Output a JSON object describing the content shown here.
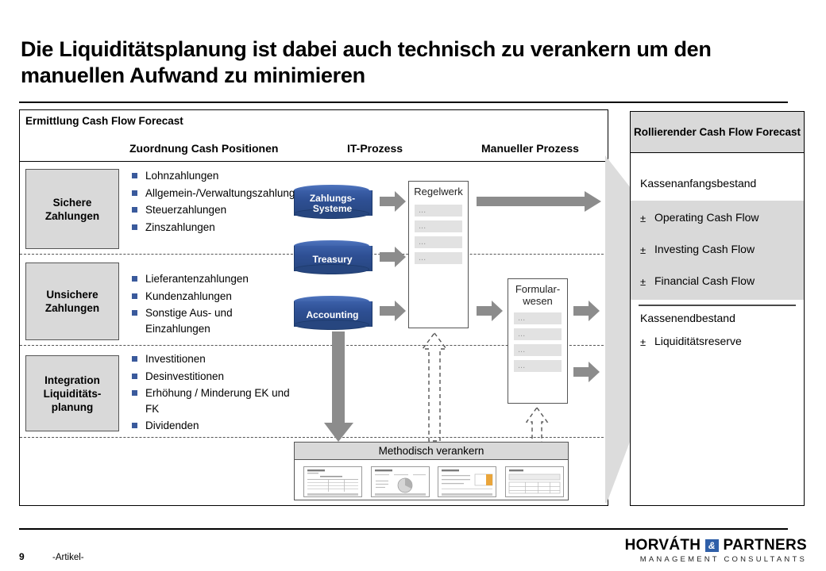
{
  "title": "Die Liquiditätsplanung ist dabei auch technisch zu verankern um den manuellen Aufwand zu minimieren",
  "main": {
    "box_title": "Ermittlung Cash Flow Forecast",
    "column_headers": {
      "zuordnung": "Zuordnung Cash Positionen",
      "it": "IT-Prozess",
      "manuell": "Manueller Prozess"
    },
    "rows": [
      {
        "category": "Sichere Zahlungen",
        "items": [
          "Lohnzahlungen",
          "Allgemein-/Verwaltungszahlungen",
          "Steuerzahlungen",
          "Zinszahlungen"
        ]
      },
      {
        "category": "Unsichere Zahlungen",
        "items": [
          "Lieferantenzahlungen",
          "Kundenzahlungen",
          "Sonstige Aus- und Einzahlungen"
        ]
      },
      {
        "category": "Integration Liquiditäts- planung",
        "items": [
          "Investitionen",
          "Desinvestitionen",
          "Erhöhung / Minderung EK und FK",
          "Dividenden"
        ]
      }
    ],
    "cylinders": [
      {
        "label": "Zahlungs- Systeme"
      },
      {
        "label": "Treasury"
      },
      {
        "label": "Accounting"
      }
    ],
    "regelwerk": {
      "title": "Regelwerk",
      "bars": [
        "...",
        "...",
        "...",
        "..."
      ]
    },
    "formularwesen": {
      "title": "Formular- wesen",
      "bars": [
        "...",
        "...",
        "...",
        "..."
      ]
    },
    "methodisch": {
      "title": "Methodisch verankern",
      "thumbnails": [
        "thumb-table",
        "thumb-chart",
        "thumb-form",
        "thumb-grid"
      ]
    }
  },
  "panel": {
    "title": "Rollierender Cash Flow Forecast",
    "start_line": "Kassenanfangsbestand",
    "flows": [
      {
        "sign": "±",
        "label": "Operating Cash Flow"
      },
      {
        "sign": "±",
        "label": "Investing Cash Flow"
      },
      {
        "sign": "±",
        "label": "Financial Cash Flow"
      }
    ],
    "end_line": "Kassenendbestand",
    "reserve": {
      "sign": "±",
      "label": "Liquiditätsreserve"
    }
  },
  "footer": {
    "page_number": "9",
    "article": "-Artikel-",
    "logo_left": "HORVÁTH",
    "logo_amp": "&",
    "logo_right": "PARTNERS",
    "logo_sub": "MANAGEMENT CONSULTANTS"
  },
  "colors": {
    "accent_blue": "#2f5fa8",
    "cylinder_blue": "#2e4f93",
    "gray_fill": "#d9d9d9",
    "arrow_gray": "#8c8c8c",
    "bar_gray": "#e2e2e2"
  }
}
